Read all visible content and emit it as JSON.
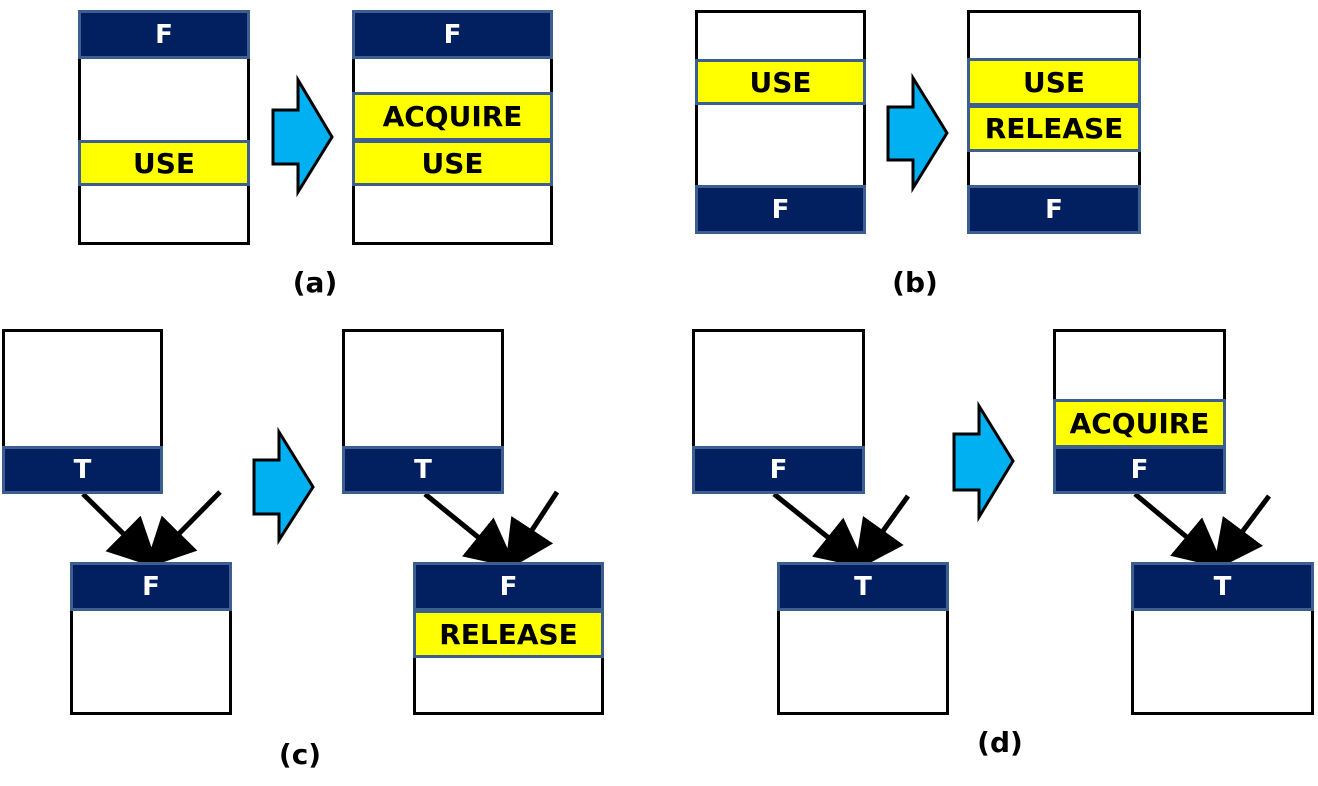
{
  "panels": {
    "a": {
      "caption": "(a)",
      "before": {
        "header": "F",
        "block": "USE"
      },
      "after": {
        "header": "F",
        "acquire": "ACQUIRE",
        "use": "USE"
      }
    },
    "b": {
      "caption": "(b)",
      "before": {
        "block": "USE",
        "footer": "F"
      },
      "after": {
        "use": "USE",
        "release": "RELEASE",
        "footer": "F"
      }
    },
    "c": {
      "caption": "(c)",
      "before": {
        "top_label": "T",
        "bottom_label": "F"
      },
      "after": {
        "top_label": "T",
        "bottom_label": "F",
        "release": "RELEASE"
      }
    },
    "d": {
      "caption": "(d)",
      "before": {
        "top_label": "F",
        "bottom_label": "T"
      },
      "after": {
        "acquire": "ACQUIRE",
        "top_label": "F",
        "bottom_label": "T"
      }
    }
  },
  "colors": {
    "dark_band": "#022060",
    "band_border": "#3c5f8f",
    "highlight": "#ffff00",
    "arrow_fill": "#00b0f0"
  },
  "icons": {
    "transform_arrow": "right-block-arrow-icon",
    "edge_arrow": "arrow-down-icon"
  }
}
